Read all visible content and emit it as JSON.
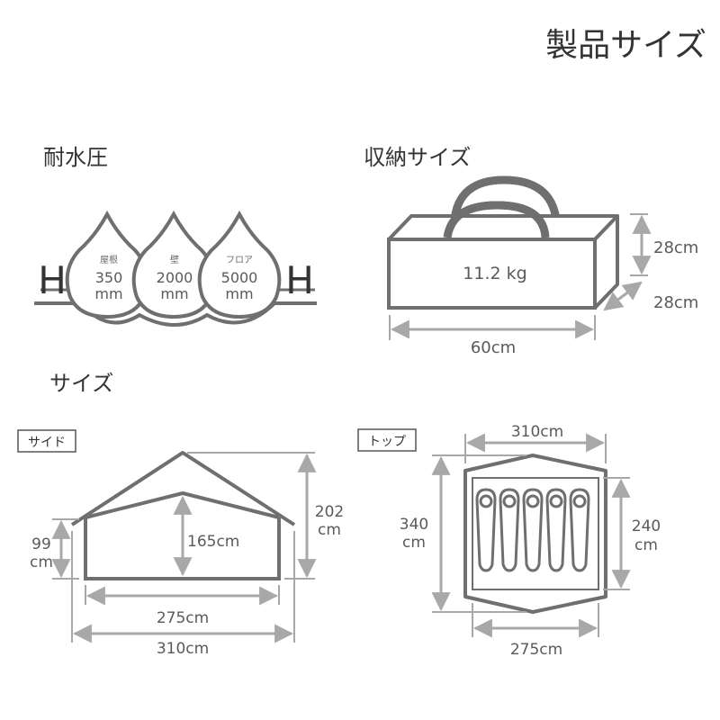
{
  "title": "製品サイズ",
  "water_pressure": {
    "heading": "耐水圧",
    "drops": [
      {
        "label": "屋根",
        "value": "350",
        "unit": "mm"
      },
      {
        "label": "壁",
        "value": "2000",
        "unit": "mm"
      },
      {
        "label": "フロア",
        "value": "5000",
        "unit": "mm"
      }
    ],
    "marker": "H"
  },
  "storage": {
    "heading": "収納サイズ",
    "weight": "11.2 kg",
    "height": "28cm",
    "depth": "28cm",
    "width": "60cm"
  },
  "size": {
    "heading": "サイズ",
    "side": {
      "label": "サイド",
      "total_height": "202",
      "total_height_unit": "cm",
      "wall_height": "99",
      "wall_height_unit": "cm",
      "inner_height": "165cm",
      "inner_width": "275cm",
      "outer_width": "310cm"
    },
    "top": {
      "label": "トップ",
      "outer_width": "310cm",
      "outer_depth": "340",
      "outer_depth_unit": "cm",
      "inner_depth": "240",
      "inner_depth_unit": "cm",
      "inner_width": "275cm"
    }
  },
  "colors": {
    "outline": "#6f6f6f",
    "dimension": "#a8a8a8",
    "text": "#333333"
  }
}
